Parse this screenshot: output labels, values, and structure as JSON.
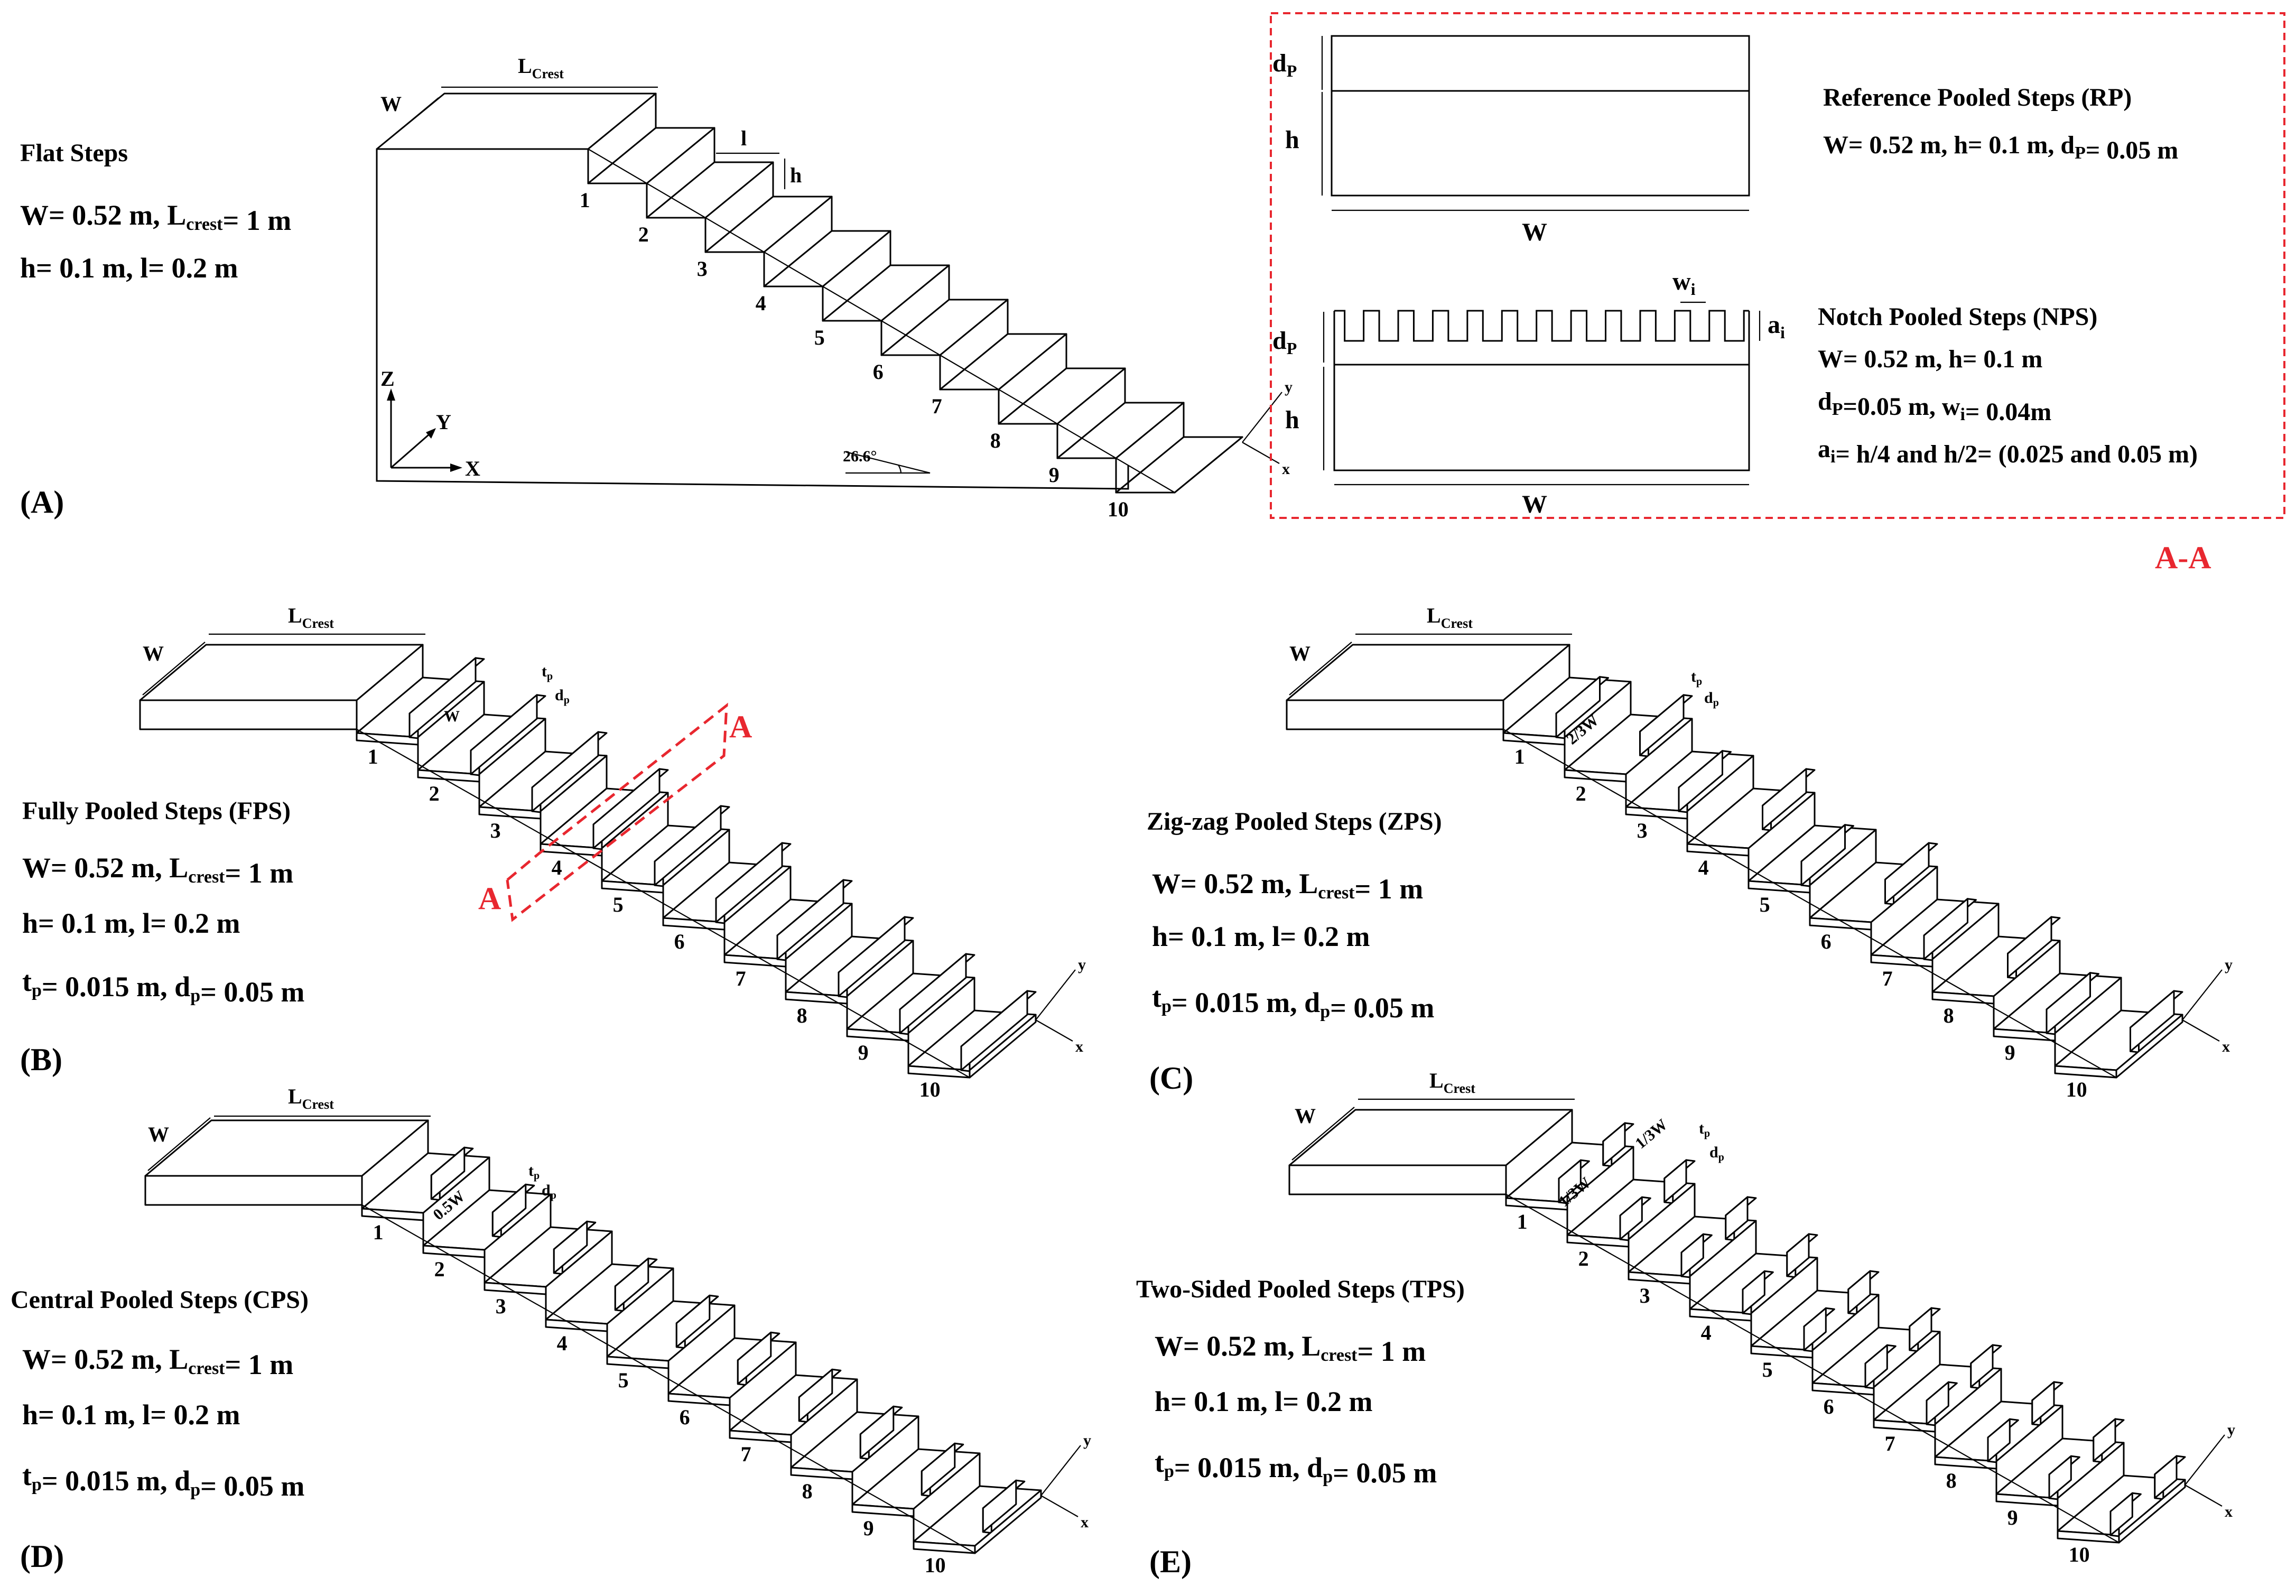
{
  "panels": [
    {
      "id": "A",
      "label": "(A)",
      "title": "Flat Steps",
      "specs": [
        "W= 0.52 m, L_crest= 1 m",
        "h= 0.1 m, l= 0.2 m"
      ],
      "dims": {
        "width": "W",
        "crest": "L",
        "crest_sub": "Crest",
        "step_length": "l",
        "step_height": "h"
      },
      "axes": {
        "z": "Z",
        "y": "Y",
        "x": "X"
      },
      "angle": "26.6°",
      "local_axes": {
        "x": "x",
        "y": "y"
      }
    },
    {
      "id": "B",
      "label": "(B)",
      "title": "Fully Pooled Steps (FPS)",
      "specs": [
        "W= 0.52 m, L_crest= 1 m",
        "h= 0.1 m, l= 0.2 m",
        "t_p= 0.015 m, d_p= 0.05 m"
      ],
      "dims": {
        "width": "W",
        "crest": "L",
        "crest_sub": "Crest",
        "pool_width": "W",
        "tp": "t",
        "tp_sub": "p",
        "dp": "d",
        "dp_sub": "p"
      },
      "section_marker": "A",
      "local_axes": {
        "x": "x",
        "y": "y"
      }
    },
    {
      "id": "C",
      "label": "(C)",
      "title": "Zig-zag Pooled Steps (ZPS)",
      "specs": [
        "W= 0.52 m, L_crest= 1 m",
        "h= 0.1 m, l= 0.2 m",
        "t_p= 0.015 m, d_p= 0.05 m"
      ],
      "dims": {
        "width": "W",
        "crest": "L",
        "crest_sub": "Crest",
        "pool_width": "2/3W",
        "tp": "t",
        "tp_sub": "p",
        "dp": "d",
        "dp_sub": "p"
      },
      "local_axes": {
        "x": "x",
        "y": "y"
      }
    },
    {
      "id": "D",
      "label": "(D)",
      "title": "Central Pooled Steps (CPS)",
      "specs": [
        "W= 0.52 m, L_crest= 1 m",
        "h= 0.1 m, l= 0.2 m",
        "t_p= 0.015 m, d_p= 0.05 m"
      ],
      "dims": {
        "width": "W",
        "crest": "L",
        "crest_sub": "Crest",
        "pool_width": "0.5W",
        "tp": "t",
        "tp_sub": "p",
        "dp": "d",
        "dp_sub": "p"
      },
      "local_axes": {
        "x": "x",
        "y": "y"
      }
    },
    {
      "id": "E",
      "label": "(E)",
      "title": "Two-Sided Pooled Steps (TPS)",
      "specs": [
        "W= 0.52 m, L_crest= 1 m",
        "h= 0.1 m, l= 0.2 m",
        "t_p= 0.015 m, d_p= 0.05 m"
      ],
      "dims": {
        "width": "W",
        "crest": "L",
        "crest_sub": "Crest",
        "pool_width_a": "1/3W",
        "pool_width_b": "1/3W",
        "tp": "t",
        "tp_sub": "p",
        "dp": "d",
        "dp_sub": "p"
      },
      "local_axes": {
        "x": "x",
        "y": "y"
      }
    }
  ],
  "step_numbers": [
    "1",
    "2",
    "3",
    "4",
    "5",
    "6",
    "7",
    "8",
    "9",
    "10"
  ],
  "section": {
    "title": "A-A",
    "reference": {
      "title": "Reference Pooled Steps (RP)",
      "spec": "W= 0.52 m, h= 0.1 m, d_P= 0.05 m",
      "labels": {
        "dp": "d",
        "dp_sub": "P",
        "h": "h",
        "w": "W"
      }
    },
    "notch": {
      "title": "Notch Pooled Steps (NPS)",
      "specs": [
        "W= 0.52 m, h= 0.1 m",
        "d_P=0.05 m, w_i= 0.04m",
        "a_i= h/4 and h/2= (0.025 and 0.05 m)"
      ],
      "labels": {
        "dp": "d",
        "dp_sub": "P",
        "h": "h",
        "w": "W",
        "wi": "w",
        "wi_sub": "i",
        "ai": "a",
        "ai_sub": "i"
      }
    }
  },
  "colors": {
    "accent": "#e8272f",
    "line": "#000000",
    "background": "#ffffff"
  }
}
